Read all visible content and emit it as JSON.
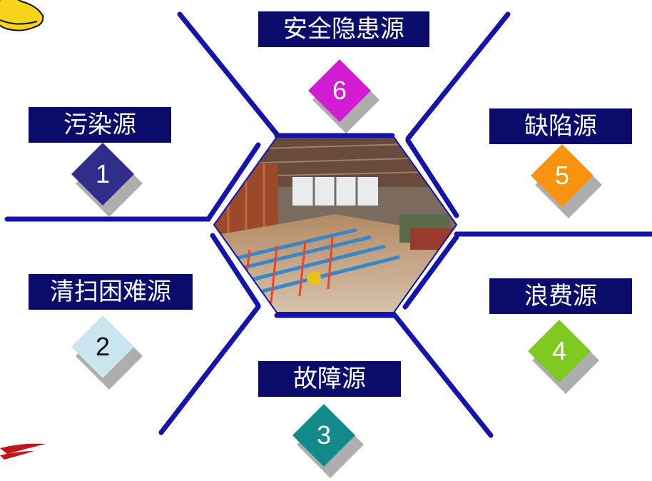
{
  "categories": [
    {
      "id": "1",
      "label": "污染源",
      "color": "#2e2e8a"
    },
    {
      "id": "2",
      "label": "清扫困难源",
      "color": "#c9e6ee"
    },
    {
      "id": "3",
      "label": "故障源",
      "color": "#138a8a"
    },
    {
      "id": "4",
      "label": "浪费源",
      "color": "#7ec81f"
    },
    {
      "id": "5",
      "label": "缺陷源",
      "color": "#f7930e"
    },
    {
      "id": "6",
      "label": "安全隐患源",
      "color": "#d11cd1"
    }
  ],
  "center_image": {
    "description_icon": "factory-hall-photo-icon"
  },
  "colors": {
    "line": "#1414a8",
    "label_bg": "#0b0b6b"
  }
}
